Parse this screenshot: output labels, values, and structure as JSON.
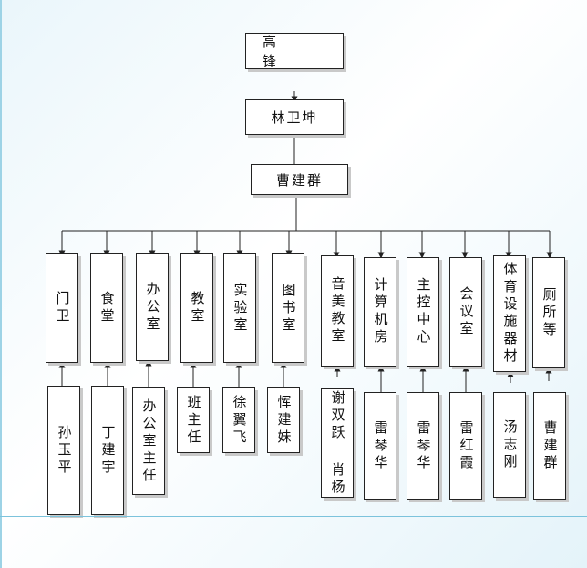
{
  "chart": {
    "top_chain": [
      "高 锋",
      "林卫坤",
      "曹建群"
    ],
    "rooms": [
      "门卫",
      "食堂",
      "办公室",
      "教室",
      "实验室",
      "图书室",
      "音美教室",
      "计算机房",
      "主控中心",
      "会议室",
      "体育设施器材",
      "厕所等"
    ],
    "people": [
      "孙玉平",
      "丁建宇",
      "办公室主任",
      "班主任",
      "徐翼飞",
      "恽建妹",
      "谢双跃 肖杨",
      "雷琴华",
      "雷琴华",
      "雷红霞",
      "汤志刚",
      "曹建群"
    ]
  },
  "colors": {
    "background": "#eaf6fb",
    "line": "#222222",
    "accent_line": "#7cc3dc"
  }
}
